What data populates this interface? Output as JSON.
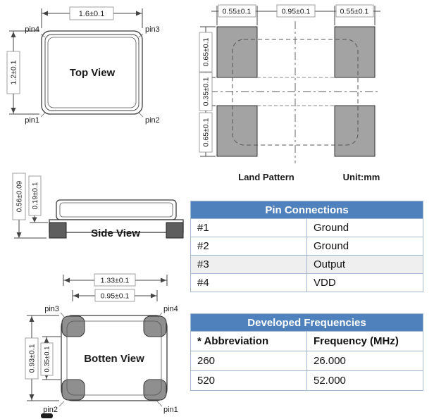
{
  "top_view": {
    "title": "Top View",
    "dim_width": "1.6±0.1",
    "dim_height": "1.2±0.1",
    "pins": {
      "pin1": "pin1",
      "pin2": "pin2",
      "pin3": "pin3",
      "pin4": "pin4"
    }
  },
  "land_pattern": {
    "title": "Land Pattern",
    "unit_label": "Unit:mm",
    "dim_pad_width_left": "0.55±0.1",
    "dim_center_span": "0.95±0.1",
    "dim_pad_width_right": "0.55±0.1",
    "dim_pad_height_top": "0.65±0.1",
    "dim_gap": "0.35±0.1",
    "dim_pad_height_bottom": "0.65±0.1"
  },
  "side_view": {
    "title": "Side View",
    "dim_total_height": "0.56±0.09",
    "dim_pad_height": "0.19±0.1"
  },
  "bottom_view": {
    "title": "Botten View",
    "dim_outer_width": "1.33±0.1",
    "dim_pad_span": "0.95±0.1",
    "dim_outer_height": "0.93±0.1",
    "dim_pad_gap": "0.35±0.1",
    "pins": {
      "pin1": "pin1",
      "pin2": "pin2",
      "pin3": "pin3",
      "pin4": "pin4"
    }
  },
  "pin_connections": {
    "title": "Pin Connections",
    "rows": [
      {
        "pin": "#1",
        "function": "Ground"
      },
      {
        "pin": "#2",
        "function": "Ground"
      },
      {
        "pin": "#3",
        "function": "Output"
      },
      {
        "pin": "#4",
        "function": "VDD"
      }
    ]
  },
  "developed_frequencies": {
    "title": "Developed Frequencies",
    "columns": [
      "* Abbreviation",
      "Frequency (MHz)"
    ],
    "rows": [
      {
        "abbreviation": "260",
        "frequency": "26.000"
      },
      {
        "abbreviation": "520",
        "frequency": "52.000"
      }
    ]
  },
  "colors": {
    "table_header_blue": "#4f81bd",
    "table_border": "#a3b8d1",
    "pad_gray": "#a3a3a3"
  }
}
